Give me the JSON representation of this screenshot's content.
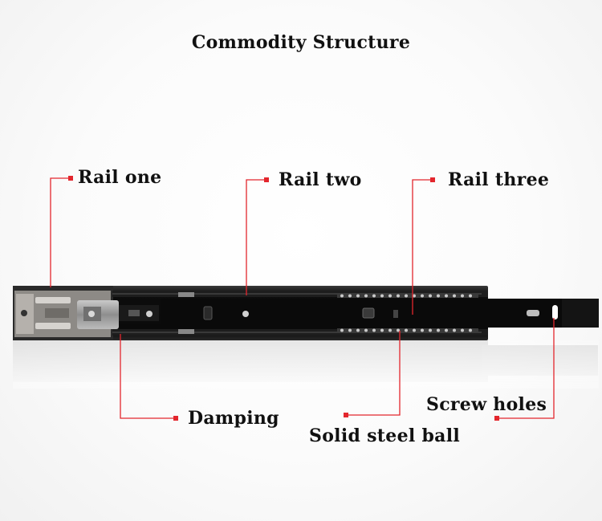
{
  "title": "Commodity Structure",
  "labels": {
    "rail_one": "Rail one",
    "rail_two": "Rail two",
    "rail_three": "Rail three",
    "damping": "Damping",
    "solid_steel_ball": "Solid steel ball",
    "screw_holes": "Screw holes"
  },
  "colors": {
    "leader": "#e3262d",
    "rail": "#0c0c0c",
    "inner_slider": "#9a9a9a"
  }
}
